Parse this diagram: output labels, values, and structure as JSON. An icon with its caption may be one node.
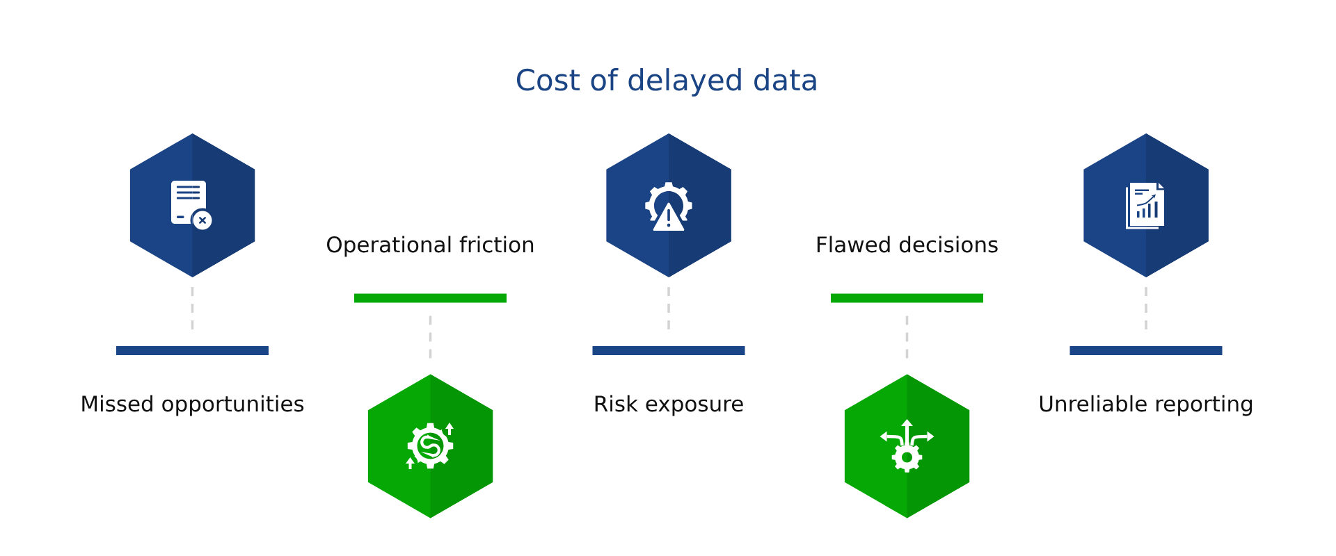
{
  "diagram": {
    "title": "Cost of delayed data",
    "nodes": [
      {
        "text": [],
        "shape": "hexagon"
      },
      {
        "text": [],
        "shape": "bar",
        "beside": [
          "Missed opportunities"
        ]
      },
      {
        "text": [],
        "shape": "bar",
        "beside": [
          "Operational friction"
        ]
      },
      {
        "text": [],
        "shape": "hexagon"
      },
      {
        "text": [],
        "shape": "hexagon"
      },
      {
        "text": [],
        "shape": "bar",
        "beside": [
          "Risk exposure"
        ]
      },
      {
        "text": [],
        "shape": "bar",
        "beside": [
          "Flawed decisions"
        ]
      },
      {
        "text": [],
        "shape": "hexagon"
      },
      {
        "text": [],
        "shape": "hexagon"
      },
      {
        "text": [],
        "shape": "bar",
        "beside": [
          "Unreliable reporting"
        ]
      }
    ],
    "edges": [
      {
        "from": 0,
        "to": 1,
        "arrow": "none",
        "style": "dashed"
      },
      {
        "from": 3,
        "to": 2,
        "arrow": "none",
        "style": "dashed"
      },
      {
        "from": 4,
        "to": 5,
        "arrow": "none",
        "style": "dashed"
      },
      {
        "from": 7,
        "to": 6,
        "arrow": "none",
        "style": "dashed"
      },
      {
        "from": 8,
        "to": 9,
        "arrow": "none",
        "style": "dashed"
      }
    ]
  }
}
